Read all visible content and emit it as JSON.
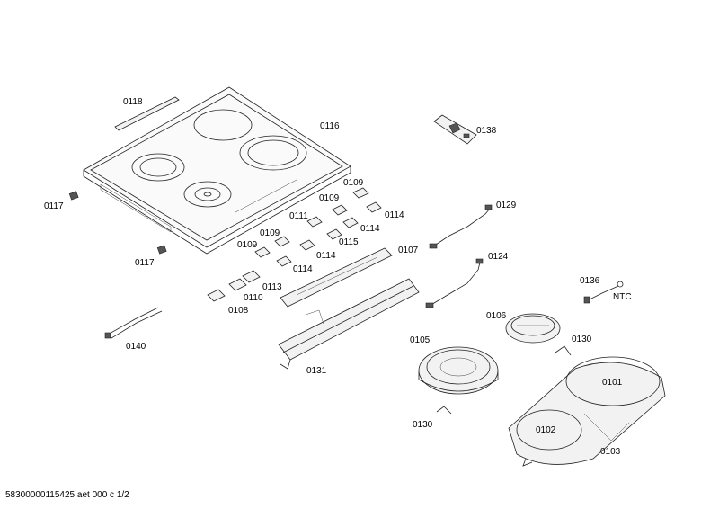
{
  "labels": {
    "p0118": "0118",
    "p0116": "0116",
    "p0138": "0138",
    "p0117a": "0117",
    "p0117b": "0117",
    "p0109a": "0109",
    "p0109b": "0109",
    "p0109c": "0109",
    "p0109d": "0109",
    "p0111": "0111",
    "p0114a": "0114",
    "p0114b": "0114",
    "p0114c": "0114",
    "p0115": "0115",
    "p0107": "0107",
    "p0113": "0113",
    "p0110": "0110",
    "p0108": "0108",
    "p0129": "0129",
    "p0124": "0124",
    "p0136": "0136",
    "ntc": "NTC",
    "p0140": "0140",
    "p0131": "0131",
    "p0106": "0106",
    "p0105": "0105",
    "p0130a": "0130",
    "p0130b": "0130",
    "p0101": "0101",
    "p0102": "0102",
    "p0103": "0103"
  },
  "footer": "58300000115425 aet 000 c 1/2"
}
